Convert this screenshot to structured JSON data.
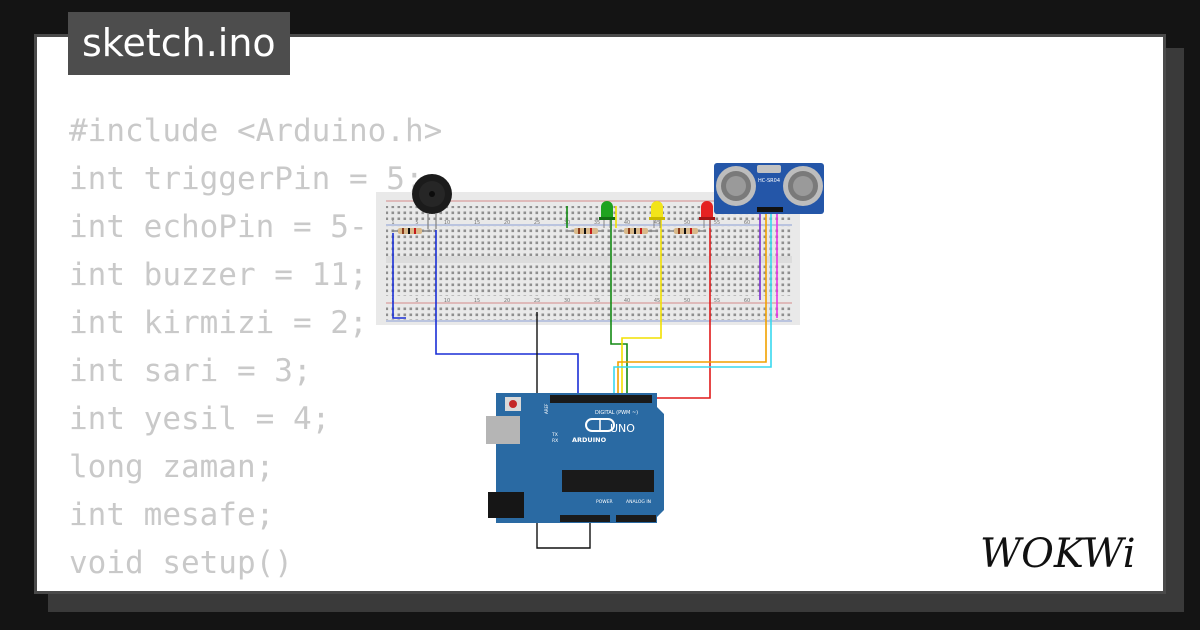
{
  "file_tab": {
    "title": "sketch.ino"
  },
  "code_lines": [
    "#include <Arduino.h>",
    "int triggerPin = 5;",
    "int echoPin = 5-",
    "int buzzer = 11;",
    "int kirmizi = 2;",
    "int sari = 3;",
    "int yesil = 4;",
    "long zaman;",
    "int mesafe;",
    "void setup()",
    "{"
  ],
  "breadboard": {
    "column_numbers": [
      "1",
      "5",
      "10",
      "15",
      "20",
      "25",
      "30",
      "35",
      "40",
      "45",
      "50",
      "55",
      "60"
    ]
  },
  "sensor": {
    "model": "HC-SR04"
  },
  "arduino": {
    "brand": "ARDUINO",
    "model": "UNO",
    "digital_label": "DIGITAL (PWM ~)",
    "power_label": "POWER",
    "analog_label": "ANALOG IN",
    "aref_label": "AREF",
    "tx_label": "TX",
    "rx_label": "RX"
  },
  "logo": {
    "text": "WOKWi"
  },
  "colors": {
    "wire_blue": "#1a2fd6",
    "wire_green": "#138a13",
    "wire_yellow": "#f2e000",
    "wire_orange": "#f2a100",
    "wire_cyan": "#38d9ee",
    "wire_magenta": "#e835e8",
    "wire_purple": "#7a2ad0",
    "wire_red": "#e01a1a",
    "wire_black": "#111111",
    "board_blue": "#2a6aa3",
    "sensor_blue": "#2456a8"
  }
}
